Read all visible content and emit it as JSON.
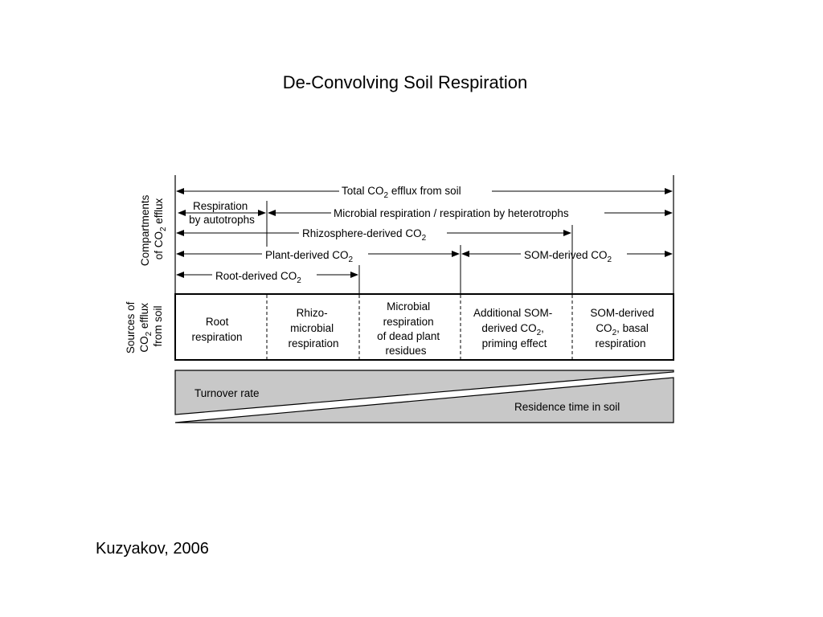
{
  "title": "De-Convolving Soil Respiration",
  "citation": "Kuzyakov, 2006",
  "axis_labels": {
    "compartments": [
      "Compartments",
      "of CO2 efflux"
    ],
    "sources": [
      "Sources of",
      "CO2 efflux",
      "from soil"
    ]
  },
  "compartments": {
    "total": "Total CO2 efflux from soil",
    "autotrophs": [
      "Respiration",
      "by autotrophs"
    ],
    "heterotrophs": "Microbial respiration / respiration by heterotrophs",
    "rhizosphere": "Rhizosphere-derived CO2",
    "plant": "Plant-derived CO2",
    "som": "SOM-derived CO2",
    "root": "Root-derived CO2"
  },
  "sources": [
    [
      "Root",
      "respiration"
    ],
    [
      "Rhizo-",
      "microbial",
      "respiration"
    ],
    [
      "Microbial",
      "respiration",
      "of dead plant",
      "residues"
    ],
    [
      "Additional SOM-",
      "derived CO2,",
      "priming effect"
    ],
    [
      "SOM-derived",
      "CO2, basal",
      "respiration"
    ]
  ],
  "gradients": {
    "turnover": "Turnover rate",
    "residence": "Residence time in soil"
  },
  "colors": {
    "wedge_fill": "#c8c8c8",
    "line": "#000000"
  }
}
